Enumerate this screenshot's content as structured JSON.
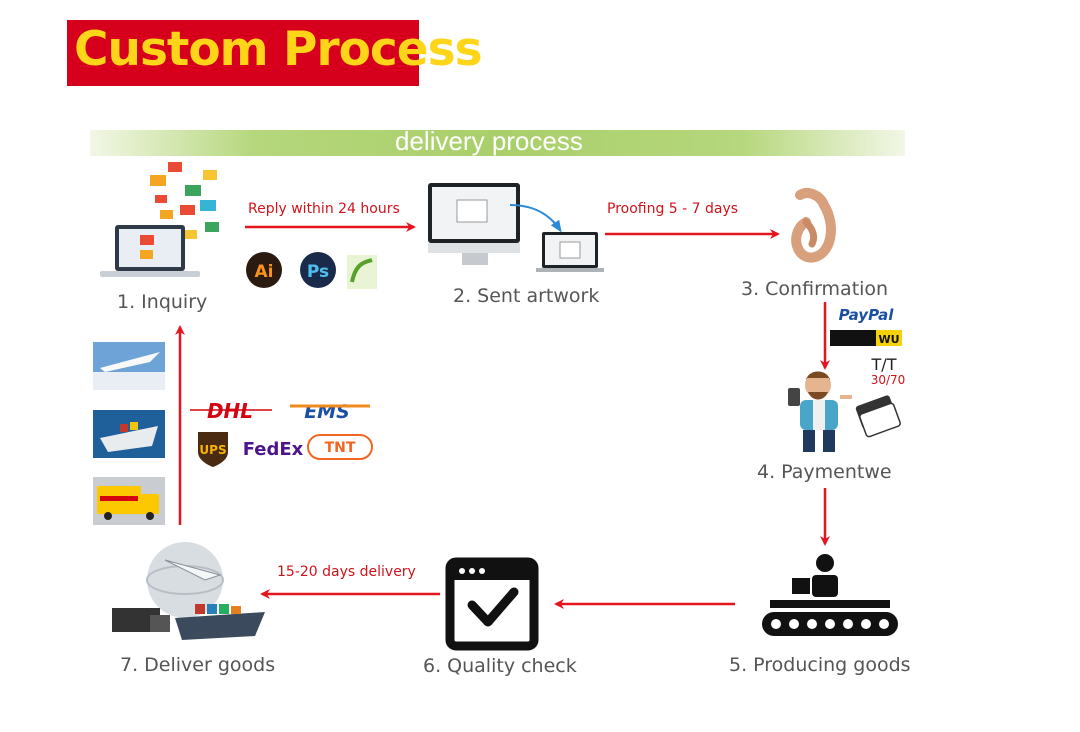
{
  "title": "Custom Process",
  "banner": "delivery process",
  "steps": {
    "inquiry": "1. Inquiry",
    "artwork": "2. Sent artwork",
    "confirmation": "3. Confirmation",
    "payment": "4. Paymentwe",
    "producing": "5. Producing goods",
    "quality": "6. Quality check",
    "deliver": "7. Deliver goods"
  },
  "arrows": {
    "reply": "Reply  within  24  hours",
    "proofing": "Proofing 5 - 7 days",
    "delivery": "15-20 days delivery"
  },
  "software_logos": [
    "Ai",
    "Ps"
  ],
  "payment_methods": {
    "paypal": "PayPal",
    "wu": "WU",
    "tt": "T/T",
    "tt_split": "30/70"
  },
  "couriers": [
    "DHL",
    "EMS",
    "UPS",
    "FedEx",
    "TNT"
  ],
  "colors": {
    "title_bg": "#d6001c",
    "title_text": "#ffd51a",
    "arrow": "#e4151f",
    "banner": "#a9cf6a"
  }
}
